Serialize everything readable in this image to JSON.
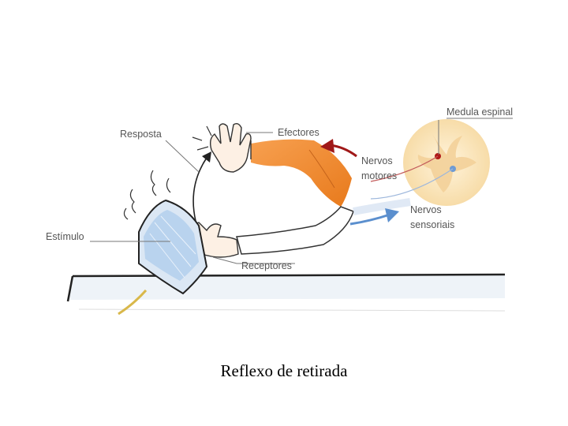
{
  "labels": {
    "resposta": "Resposta",
    "efectores": "Efectores",
    "medula": "Medula espinal",
    "nervos_motores_1": "Nervos",
    "nervos_motores_2": "motores",
    "nervos_sensoriais_1": "Nervos",
    "nervos_sensoriais_2": "sensoriais",
    "estimulo": "Estímulo",
    "receptores": "Receptores"
  },
  "caption": "Reflexo de retirada",
  "colors": {
    "motor_arrow": "#a01818",
    "sensory_arrow": "#5b8fce",
    "arm_orange": "#f08a2a",
    "spinal_cord": "#fbe7c4",
    "iron_blue": "#b9d3ee"
  },
  "icons": {
    "hand": "hand-icon",
    "iron": "iron-icon",
    "spinal_cord": "spinal-cord-icon"
  }
}
